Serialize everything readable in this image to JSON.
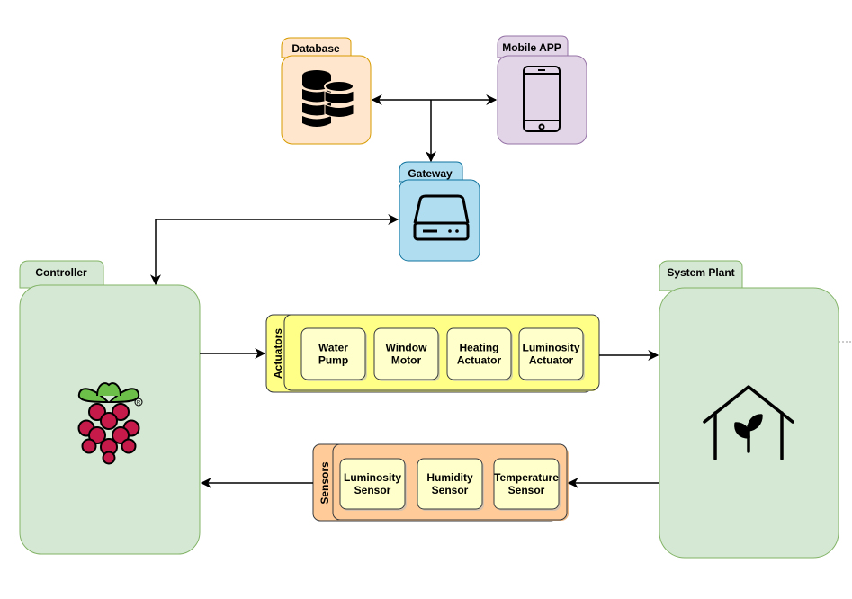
{
  "nodes": {
    "database": {
      "label": "Database",
      "icon": "database-icon",
      "fill": "#ffe6cc",
      "stroke": "#d79b00"
    },
    "mobile_app": {
      "label": "Mobile APP",
      "icon": "smartphone-icon",
      "fill": "#e1d5e7",
      "stroke": "#9673a6"
    },
    "gateway": {
      "label": "Gateway",
      "icon": "hard-drive-icon",
      "fill": "#b1ddf0",
      "stroke": "#10739e"
    },
    "controller": {
      "label": "Controller",
      "icon": "raspberry-pi-logo",
      "fill": "#d5e8d4",
      "stroke": "#82b366"
    },
    "system_plant": {
      "label": "System Plant",
      "icon": "greenhouse-plant-icon",
      "fill": "#d5e8d4",
      "stroke": "#82b366"
    }
  },
  "actuators": {
    "label": "Actuators",
    "fill": "#ffff88",
    "stroke": "#36393d",
    "items": [
      {
        "line1": "Water",
        "line2": "Pump"
      },
      {
        "line1": "Window",
        "line2": "Motor"
      },
      {
        "line1": "Heating",
        "line2": "Actuator"
      },
      {
        "line1": "Luminosity",
        "line2": "Actuator"
      }
    ]
  },
  "sensors": {
    "label": "Sensors",
    "fill": "#ffcc99",
    "stroke": "#36393d",
    "items": [
      {
        "line1": "Luminosity",
        "line2": "Sensor"
      },
      {
        "line1": "Humidity",
        "line2": "Sensor"
      },
      {
        "line1": "Temperature",
        "line2": "Sensor"
      }
    ]
  },
  "item_box_fill": "#ffffcc"
}
